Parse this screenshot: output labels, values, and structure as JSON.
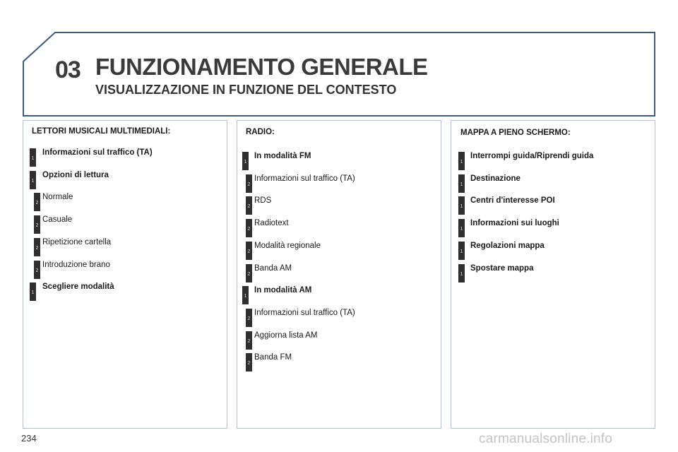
{
  "header": {
    "chapter": "03",
    "title": "FUNZIONAMENTO GENERALE",
    "subtitle": "VISUALIZZAZIONE IN FUNZIONE DEL CONTESTO",
    "frame_color": "#3f5a7d"
  },
  "columns": [
    {
      "heading": "LETTORI MUSICALI MULTIMEDIALI:",
      "items": [
        {
          "level": "1",
          "label": "Informazioni sul traffico (TA)",
          "bold": true
        },
        {
          "level": "1",
          "label": "Opzioni di lettura",
          "bold": true
        },
        {
          "level": "2",
          "label": "Normale",
          "bold": false
        },
        {
          "level": "2",
          "label": "Casuale",
          "bold": false
        },
        {
          "level": "2",
          "label": "Ripetizione cartella",
          "bold": false
        },
        {
          "level": "2",
          "label": "Introduzione brano",
          "bold": false
        },
        {
          "level": "1",
          "label": "Scegliere modalità",
          "bold": true
        }
      ]
    },
    {
      "heading": "RADIO:",
      "items": [
        {
          "level": "1",
          "label": "In modalità FM",
          "bold": true
        },
        {
          "level": "2",
          "label": "Informazioni sul traffico (TA)",
          "bold": false
        },
        {
          "level": "2",
          "label": "RDS",
          "bold": false
        },
        {
          "level": "2",
          "label": "Radiotext",
          "bold": false
        },
        {
          "level": "2",
          "label": "Modalità regionale",
          "bold": false
        },
        {
          "level": "2",
          "label": "Banda AM",
          "bold": false
        },
        {
          "level": "1",
          "label": "In modalità AM",
          "bold": true
        },
        {
          "level": "2",
          "label": "Informazioni sul traffico (TA)",
          "bold": false
        },
        {
          "level": "2",
          "label": "Aggiorna lista AM",
          "bold": false
        },
        {
          "level": "2",
          "label": "Banda FM",
          "bold": false
        }
      ]
    },
    {
      "heading": "MAPPA A PIENO SCHERMO:",
      "items": [
        {
          "level": "1",
          "label": "Interrompi guida/Riprendi guida",
          "bold": true
        },
        {
          "level": "1",
          "label": "Destinazione",
          "bold": true
        },
        {
          "level": "1",
          "label": "Centri d'interesse POI",
          "bold": true
        },
        {
          "level": "1",
          "label": "Informazioni sui luoghi",
          "bold": true
        },
        {
          "level": "1",
          "label": "Regolazioni mappa",
          "bold": true
        },
        {
          "level": "1",
          "label": "Spostare mappa",
          "bold": true
        }
      ]
    }
  ],
  "footer": {
    "page_number": "234",
    "watermark": "carmanualsonline.info"
  }
}
